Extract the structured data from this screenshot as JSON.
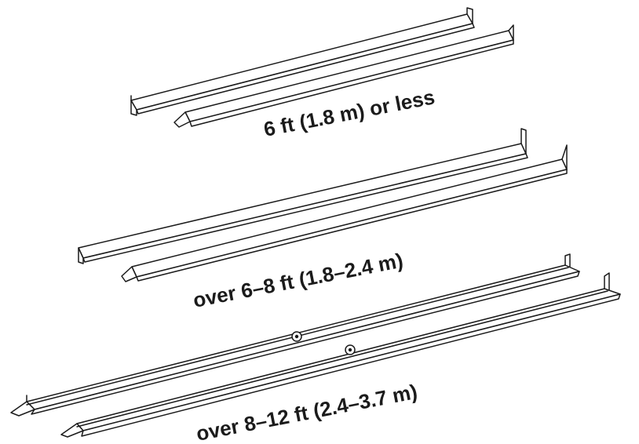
{
  "diagram": {
    "groups": [
      {
        "id": "short",
        "label": "6 ft (1.8 m) or less",
        "rail_count": 2,
        "splice_screws": 0
      },
      {
        "id": "medium",
        "label": "over 6–8 ft (1.8–2.4 m)",
        "rail_count": 2,
        "splice_screws": 0
      },
      {
        "id": "long",
        "label": "over 8–12 ft (2.4–3.7 m)",
        "rail_count": 2,
        "splice_screws": 2
      }
    ]
  }
}
